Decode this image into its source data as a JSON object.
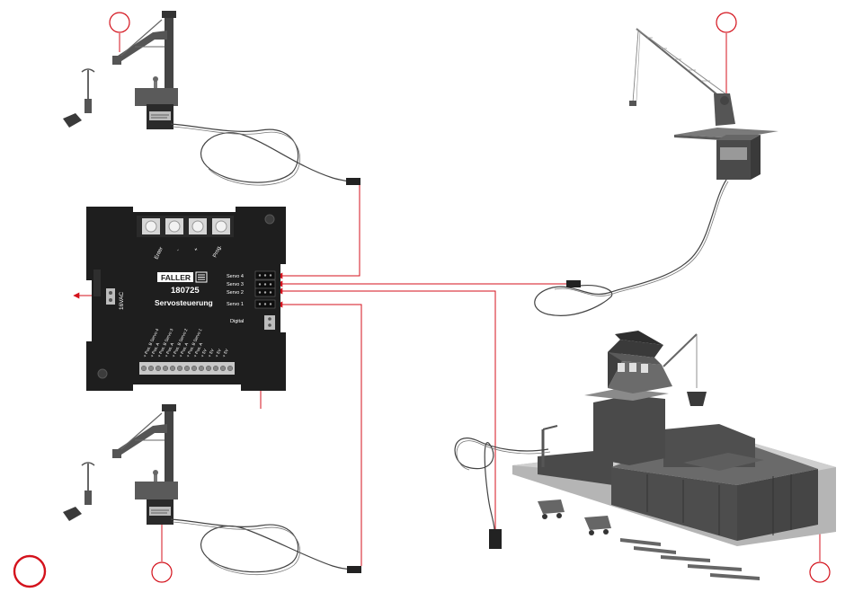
{
  "board": {
    "brand": "FALLER",
    "model": "180725",
    "name": "Servosteuerung",
    "power": "16VAC",
    "buttons": [
      "Enter",
      "-",
      "+",
      "Prog."
    ],
    "ports": [
      "Servo 4",
      "Servo 3",
      "Servo 2",
      "Servo 1",
      "Digital"
    ],
    "bottom_labels": [
      "+ Pos. B Servo 4",
      "+ Pos. A",
      "+ Pos. B Servo 3",
      "+ Pos. A",
      "+ Pos. B Servo 2",
      "+ Pos. A",
      "+ Pos. B Servo 1",
      "+ Pos. A",
      "+ 5V",
      "+ 5V",
      "+ 5V",
      "+ 5V"
    ]
  },
  "colors": {
    "wire": "#d4121c",
    "board": "#1e1e1e",
    "model_gray": "#8a8a8a",
    "dark": "#3a3a3a"
  },
  "icons": [
    "water-crane-icon",
    "lamp-post-icon",
    "servo-motor-icon",
    "dock-crane-icon",
    "coal-bunker-icon",
    "mine-cart-icon",
    "connector-plug-icon",
    "arrow-left-icon"
  ]
}
